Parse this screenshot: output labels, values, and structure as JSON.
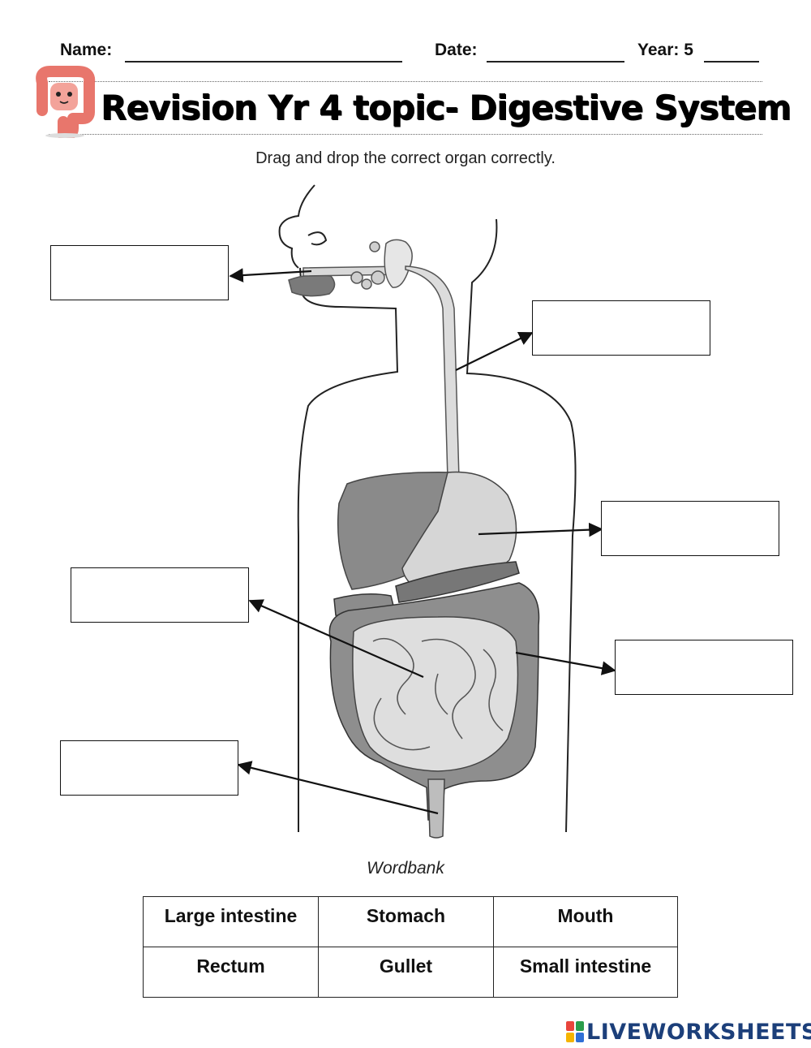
{
  "header": {
    "name_label": "Name:",
    "date_label": "Date:",
    "year_label": "Year: 5"
  },
  "title": "Revision Yr 4 topic- Digestive System",
  "instruction": "Drag and drop the correct organ correctly.",
  "label_boxes": [
    {
      "target": "mouth",
      "value": ""
    },
    {
      "target": "gullet",
      "value": ""
    },
    {
      "target": "stomach",
      "value": ""
    },
    {
      "target": "small-intestine",
      "value": ""
    },
    {
      "target": "large-intestine",
      "value": ""
    },
    {
      "target": "rectum",
      "value": ""
    }
  ],
  "wordbank": {
    "title": "Wordbank",
    "rows": [
      [
        "Large intestine",
        "Stomach",
        "Mouth"
      ],
      [
        "Rectum",
        "Gullet",
        "Small intestine"
      ]
    ]
  },
  "footer": {
    "brand": "LIVEWORKSHEETS",
    "icon_colors": [
      "#e8453c",
      "#2a9d4b",
      "#f5b400",
      "#2f6fd6"
    ]
  }
}
